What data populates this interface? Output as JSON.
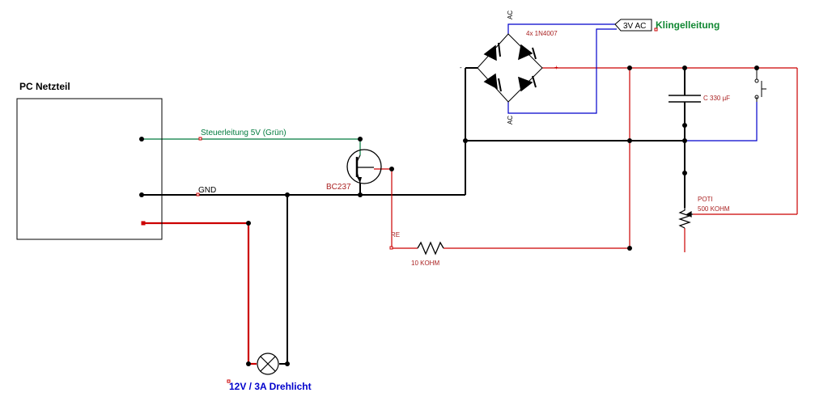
{
  "labels": {
    "psu_title": "PC Netzteil",
    "control_line": "Steuerleitung 5V (Grün)",
    "gnd": "GND",
    "transistor": "BC237",
    "re": "RE",
    "resistor": "10 KOHM",
    "ac_top": "AC",
    "ac_bottom": "AC",
    "minus": "-",
    "plus": "+",
    "diodes": "4x 1N4007",
    "ac_input": "3V AC",
    "bell_line": "Klingelleitung",
    "capacitor": "C 330 µF",
    "pot_name": "POTI",
    "pot_value": "500 KOHM",
    "lamp": "12V / 3A Drehlicht"
  },
  "colors": {
    "ground_wire": "#000000",
    "plus_wire": "#cc0000",
    "control_wire": "#007a3d",
    "ac_wire": "#0000cc",
    "component_label": "#aa2222",
    "bell_label": "#118833",
    "lamp_label": "#0000cc"
  }
}
